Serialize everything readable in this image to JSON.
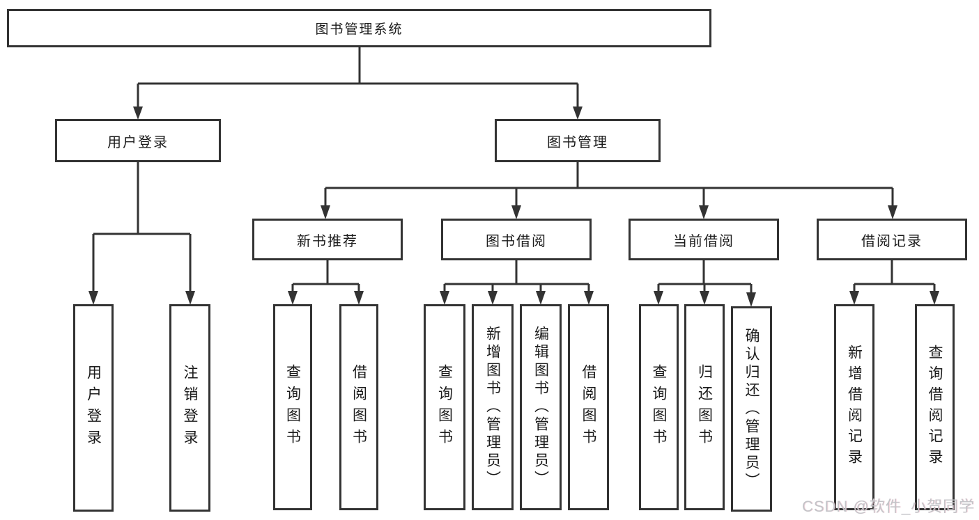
{
  "tree": {
    "root": {
      "label": "图书管理系统"
    },
    "children": [
      {
        "label": "用户登录",
        "children": [
          {
            "label": "用户登录"
          },
          {
            "label": "注销登录"
          }
        ]
      },
      {
        "label": "图书管理",
        "children": [
          {
            "label": "新书推荐",
            "children": [
              {
                "label": "查询图书"
              },
              {
                "label": "借阅图书"
              }
            ]
          },
          {
            "label": "图书借阅",
            "children": [
              {
                "label": "查询图书"
              },
              {
                "label": "新增图书（管理员）"
              },
              {
                "label": "编辑图书（管理员）"
              },
              {
                "label": "借阅图书"
              }
            ]
          },
          {
            "label": "当前借阅",
            "children": [
              {
                "label": "查询图书"
              },
              {
                "label": "归还图书"
              },
              {
                "label": "确认归还（管理员）"
              }
            ]
          },
          {
            "label": "借阅记录",
            "children": [
              {
                "label": "新增借阅记录"
              },
              {
                "label": "查询借阅记录"
              }
            ]
          }
        ]
      }
    ]
  },
  "watermark": {
    "text": "CSDN @软件_小贺同学"
  },
  "colors": {
    "line": "#333333",
    "text": "#1a1a1a",
    "background": "#ffffff",
    "watermark": "#c4c4c8"
  }
}
